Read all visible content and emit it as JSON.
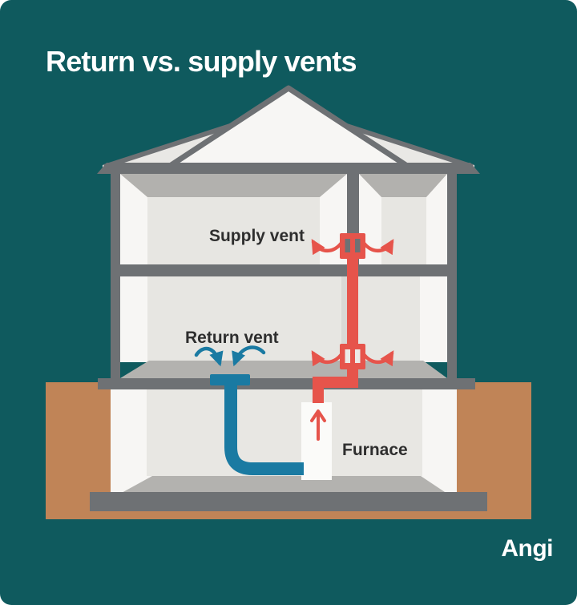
{
  "title": "Return vs. supply vents",
  "diagram": {
    "labels": {
      "supply_vent": "Supply vent",
      "return_vent": "Return vent",
      "furnace": "Furnace"
    },
    "icons": {
      "supply_airflow": "curved-arrows-up-outward",
      "return_airflow": "curved-arrows-down-inward",
      "furnace_flow": "arrow-up"
    },
    "colors": {
      "background_teal": "#0f5a5e",
      "structure_gray": "#6e7174",
      "wall_white": "#f7f6f4",
      "wall_shade": "#e7e6e2",
      "ceiling_shade": "#b2b1ae",
      "roof_plane": "#e9e8e5",
      "ground_brown": "#c08457",
      "supply_red": "#e6544b",
      "return_blue": "#1a7aa2",
      "label_text": "#2e2e2e",
      "title_text": "#ffffff"
    }
  },
  "brand": {
    "logo_text": "Angi"
  }
}
